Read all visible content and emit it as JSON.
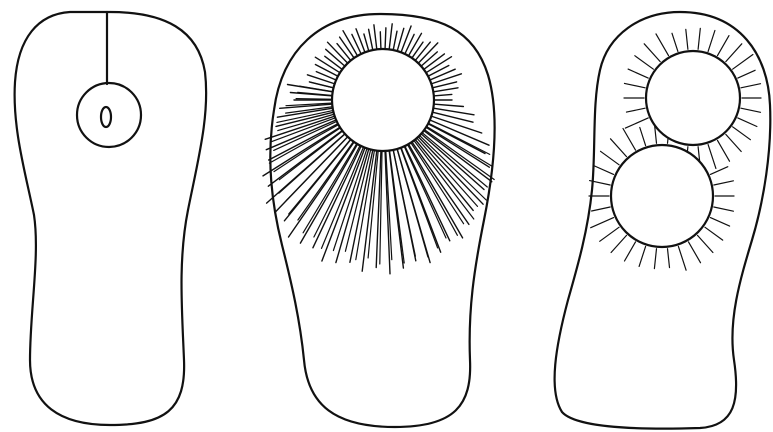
{
  "colors": {
    "background": "#ffffff",
    "stroke": "#111111"
  },
  "panels": [
    {
      "id": "left",
      "ray_groups": 0
    },
    {
      "id": "middle",
      "ray_groups": 1
    },
    {
      "id": "right",
      "ray_groups": 2
    }
  ]
}
